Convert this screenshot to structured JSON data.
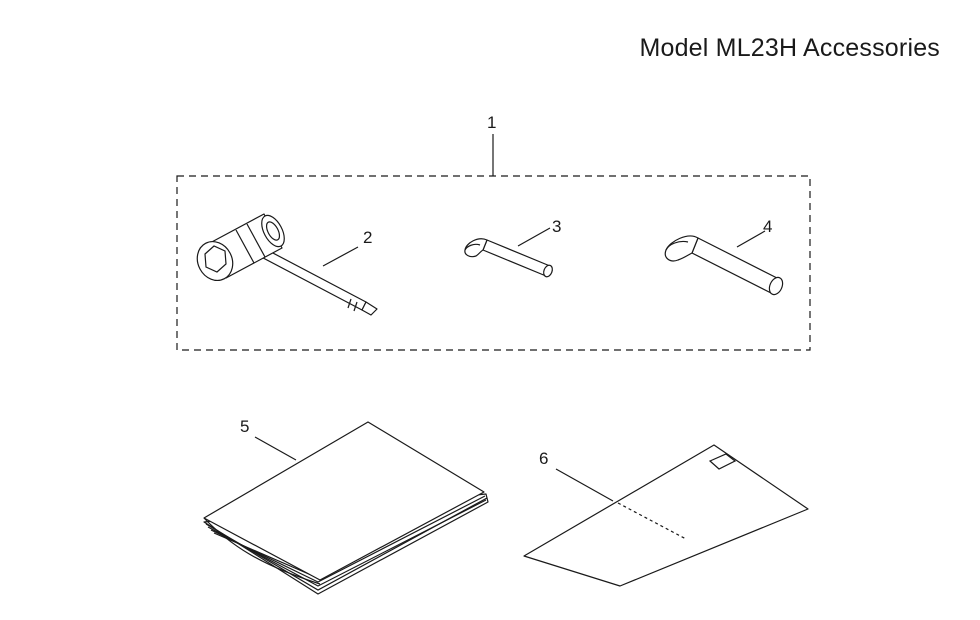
{
  "title": "Model ML23H Accessories",
  "callouts": {
    "kit": "1",
    "plug_wrench": "2",
    "hex_key_small": "3",
    "hex_key_large": "4",
    "manual": "5",
    "card": "6"
  }
}
